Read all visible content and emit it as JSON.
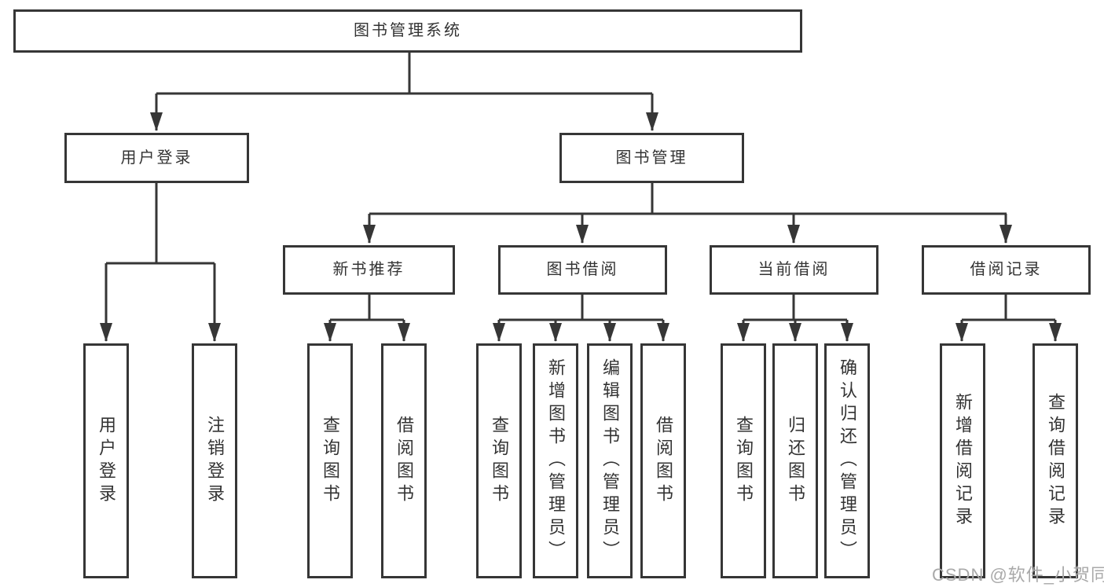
{
  "diagram_title": "图书管理系统",
  "watermark": "CSDN @软件_小贺同学",
  "colors": {
    "line": "#363636",
    "box_border": "#363636",
    "text": "#333333",
    "background": "#ffffff",
    "watermark": "#a9a9a9"
  },
  "hierarchy": {
    "label": "图书管理系统",
    "children": [
      {
        "label": "用户登录",
        "children": [
          {
            "label": "用户登录"
          },
          {
            "label": "注销登录"
          }
        ]
      },
      {
        "label": "图书管理",
        "children": [
          {
            "label": "新书推荐",
            "children": [
              {
                "label": "查询图书"
              },
              {
                "label": "借阅图书"
              }
            ]
          },
          {
            "label": "图书借阅",
            "children": [
              {
                "label": "查询图书"
              },
              {
                "label": "新增图书（管理员）"
              },
              {
                "label": "编辑图书（管理员）"
              },
              {
                "label": "借阅图书"
              }
            ]
          },
          {
            "label": "当前借阅",
            "children": [
              {
                "label": "查询图书"
              },
              {
                "label": "归还图书"
              },
              {
                "label": "确认归还（管理员）"
              }
            ]
          },
          {
            "label": "借阅记录",
            "children": [
              {
                "label": "新增借阅记录"
              },
              {
                "label": "查询借阅记录"
              }
            ]
          }
        ]
      }
    ]
  }
}
